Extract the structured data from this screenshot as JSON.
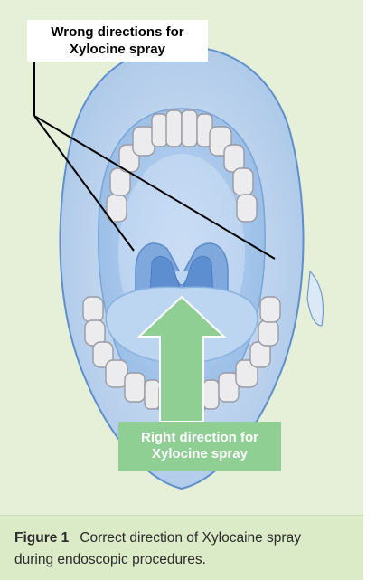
{
  "labels": {
    "wrong_line1": "Wrong directions for",
    "wrong_line2": "Xylocine spray",
    "right_line1": "Right direction for",
    "right_line2": "Xylocine spray"
  },
  "caption": {
    "figure_number": "Figure 1",
    "text_line1": "Correct direction of Xylocaine spray",
    "text_line2": "during endoscopic procedures."
  },
  "colors": {
    "background": "#e6efd7",
    "caption_background": "#dcebc7",
    "mouth_outer": "#b9d1ec",
    "oral_cavity": "#a9c8ea",
    "teeth": "#e9e9ec",
    "tongue": "#bcd6f1",
    "uvula_tonsils": "#5d8fd0",
    "right_arrow": "#8fcf94",
    "wrong_lines": "#000000"
  }
}
